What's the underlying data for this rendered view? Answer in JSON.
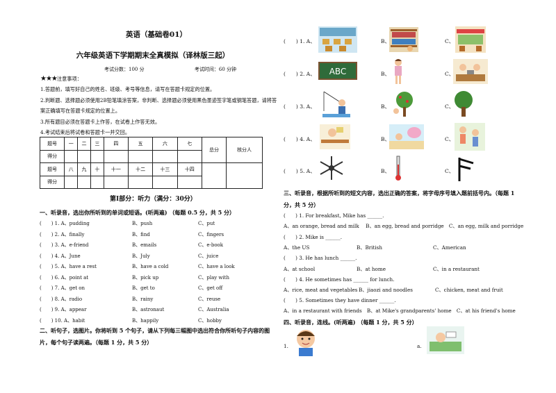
{
  "header": {
    "title": "英语（基础卷01）",
    "subtitle": "六年级英语下学期期末全真模拟（译林版三起）",
    "score_info": "考试分数：100 分",
    "time_info": "考试时间：60 分钟",
    "stars": "★★★",
    "notice_title": "注意事项："
  },
  "notices": [
    "1.答题前，填写好自己的姓名、班级、考号等信息，请写在答题卡规定的位置。",
    "2.判断题、选择题必须使用2B铅笔填涂答案，非判断、选择题必须使用黑色墨迹签字笔或钢笔答题，请将答",
    "案正确填写在答题卡规定的位置上。",
    "3.所有题目必须在答题卡上作答，在试卷上作答无效。",
    "4.考试结束后将试卷和答题卡一并交回。"
  ],
  "score_table": {
    "row1": [
      "题号",
      "一",
      "二",
      "三",
      "四",
      "五",
      "六",
      "七"
    ],
    "row2_label": "得分",
    "row3": [
      "题号",
      "八",
      "九",
      "十",
      "十一",
      "十二",
      "十三",
      "十四"
    ],
    "row4_label": "得分",
    "total": "总分",
    "reviewer": "核分人"
  },
  "part1": {
    "title": "第Ⅰ部分：听力（满分：30分）",
    "sec1_title": "一、听录音，选出你所听到的单词或短语。(听两遍) （每题 0.5 分，共 5 分）",
    "sec1_items": [
      {
        "n": "(　　) 1. A、pudding",
        "b": "B、push",
        "c": "C、put"
      },
      {
        "n": "(　　) 2. A、finally",
        "b": "B、find",
        "c": "C、fingers"
      },
      {
        "n": "(　　) 3. A、e-friend",
        "b": "B、emails",
        "c": "C、e-book"
      },
      {
        "n": "(　　) 4. A、June",
        "b": "B、July",
        "c": "C、juice"
      },
      {
        "n": "(　　) 5. A、have a rest",
        "b": "B、have a cold",
        "c": "C、have a look"
      },
      {
        "n": "(　　) 6. A、point at",
        "b": "B、pick up",
        "c": "C、play with"
      },
      {
        "n": "(　　) 7. A、get on",
        "b": "B、get to",
        "c": "C、get off"
      },
      {
        "n": "(　　) 8. A、radio",
        "b": "B、rainy",
        "c": "C、reuse"
      },
      {
        "n": "(　　) 9. A、appear",
        "b": "B、astronaut",
        "c": "C、Australia"
      },
      {
        "n": "(　　) 10. A、habit",
        "b": "B、happily",
        "c": "C、hobby"
      }
    ],
    "sec2_title_l1": "二、听句子，选图片。你将听到 5 个句子，请从下列每三幅图中选出符合你所听句子内容的图",
    "sec2_title_l2": "片，每个句子读两遍。（每题 1 分，共 5 分）"
  },
  "sec2_rows": [
    {
      "n": "(　　) 1. A、",
      "b": "B、",
      "c": "C、"
    },
    {
      "n": "(　　) 2. A、",
      "b": "B、",
      "c": "C、"
    },
    {
      "n": "(　　) 3. A、",
      "b": "B、",
      "c": "C、"
    },
    {
      "n": "(　　) 4. A、",
      "b": "B、",
      "c": "C、"
    },
    {
      "n": "(　　) 5. A、",
      "b": "B、",
      "c": "C、"
    }
  ],
  "abc_board": "ABC",
  "sec3": {
    "title_l1": "三、听录音，根据所听到的短文内容，选出正确的答案，将字母序号填入题前括号内。（每题 1",
    "title_l2": "分，共 5 分）",
    "items": [
      {
        "q": "(　　) 1. For breakfast, Mike has ______.",
        "opts": "A、an orange, bread and milk　 B、an egg, bread and porridge　C、an egg, milk and porridge"
      },
      {
        "q": "(　　) 2. Mike is ______.",
        "a": "A、the US",
        "b": "B、British",
        "c": "C、American"
      },
      {
        "q": "(　　) 3. He has lunch ______.",
        "a": "A、at school",
        "b": "B、at home",
        "c": "C、in a restaurant"
      },
      {
        "q": "(　　) 4. He sometimes has ______ for lunch.",
        "a": "A、rice, meat and vegetables",
        "b": "B、jiaozi  and noodles",
        "c": "C、chicken, meat and fruit"
      },
      {
        "q": "(　　) 5. Sometimes they have dinner ______.",
        "opts": "A、in a restaurant with friends　B、at Mike's grandparents' home　C、at his friend's home"
      }
    ]
  },
  "sec4": {
    "title": "四、听录音，连线。(听两遍) （每题 1 分，共 5 分）",
    "item1": "1.",
    "itemA": "a."
  }
}
